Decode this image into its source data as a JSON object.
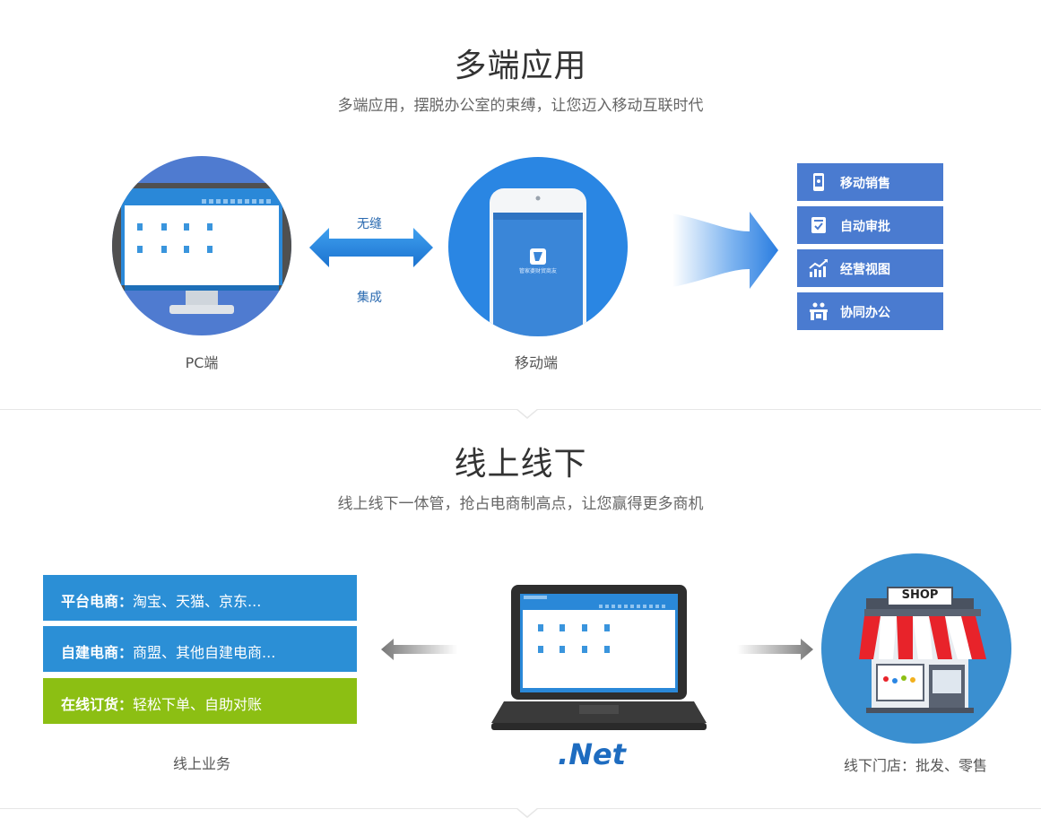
{
  "section1": {
    "title": "多端应用",
    "subtitle": "多端应用，摆脱办公室的束缚，让您迈入移动互联时代",
    "pc_caption": "PC端",
    "mobile_caption": "移动端",
    "arrow_top_label": "无缝",
    "arrow_bottom_label": "集成",
    "phone_app_name": "管家婆财贸商友",
    "features": [
      {
        "label": "移动销售",
        "icon": "phone-icon"
      },
      {
        "label": "自动审批",
        "icon": "checklist-icon"
      },
      {
        "label": "经营视图",
        "icon": "bar-chart-icon"
      },
      {
        "label": "协同办公",
        "icon": "office-icon"
      }
    ]
  },
  "section2": {
    "title": "线上线下",
    "subtitle": "线上线下一体管，抢占电商制高点，让您赢得更多商机",
    "online_caption": "线上业务",
    "offline_caption": "线下门店：批发、零售",
    "net_label": ".Net",
    "shop_sign": "SHOP",
    "business": [
      {
        "name": "平台电商：",
        "detail": "淘宝、天猫、京东...",
        "color": "#2b8fd6"
      },
      {
        "name": "自建电商：",
        "detail": "商盟、其他自建电商...",
        "color": "#2b8fd6"
      },
      {
        "name": "在线订货：",
        "detail": "轻松下单、自助对账",
        "color": "#8cbf13"
      }
    ]
  },
  "colors": {
    "feature_blue": "#4a7bd0",
    "biz_blue": "#2b8fd6",
    "biz_green": "#8cbf13",
    "circle_blue": "#2a86e3",
    "shop_circle": "#3a8fd0"
  }
}
